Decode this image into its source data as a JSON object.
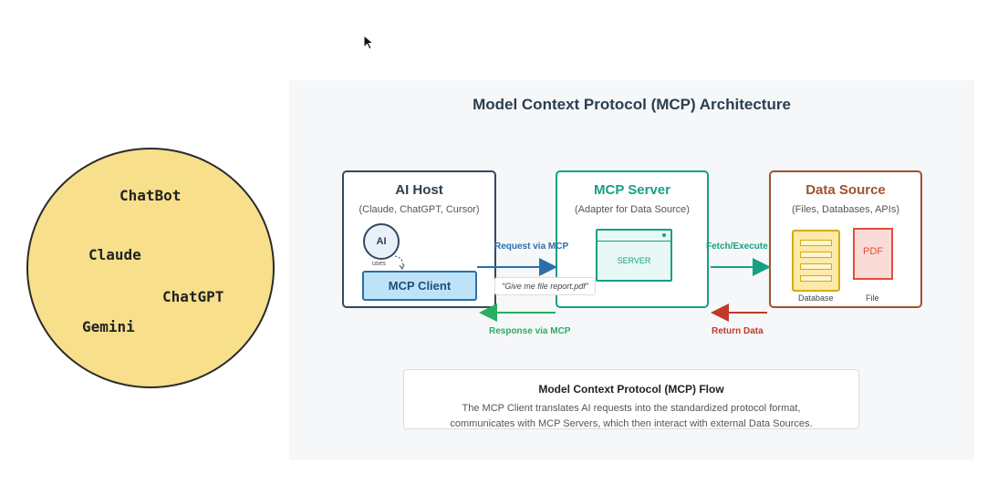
{
  "sketch": {
    "labels": [
      "ChatBot",
      "Claude",
      "ChatGPT",
      "Gemini"
    ]
  },
  "diagram": {
    "title": "Model Context Protocol (MCP) Architecture",
    "ai_host": {
      "title": "AI Host",
      "subtitle": "(Claude, ChatGPT, Cursor)",
      "ai_label": "AI",
      "uses_label": "uses",
      "client_label": "MCP Client"
    },
    "mcp_server": {
      "title": "MCP Server",
      "subtitle": "(Adapter for Data Source)",
      "server_label": "SERVER"
    },
    "data_source": {
      "title": "Data Source",
      "subtitle": "(Files, Databases, APIs)",
      "database_caption": "Database",
      "file_icon_label": "PDF",
      "file_caption": "File"
    },
    "arrows": {
      "request": "Request via MCP",
      "response": "Response via MCP",
      "fetch": "Fetch/Execute",
      "return": "Return Data"
    },
    "request_example": "\"Give me file report.pdf\"",
    "flow": {
      "title": "Model Context Protocol (MCP) Flow",
      "line1": "The MCP Client translates AI requests into the standardized protocol format,",
      "line2": "communicates with MCP Servers, which then interact with external Data Sources."
    },
    "colors": {
      "host": "#34495e",
      "server": "#16a085",
      "source": "#a0522d",
      "request_arrow": "#2c6fa8",
      "response_arrow": "#27ae60",
      "return_arrow": "#c0392b",
      "sketch_fill": "#f7df8c"
    }
  }
}
